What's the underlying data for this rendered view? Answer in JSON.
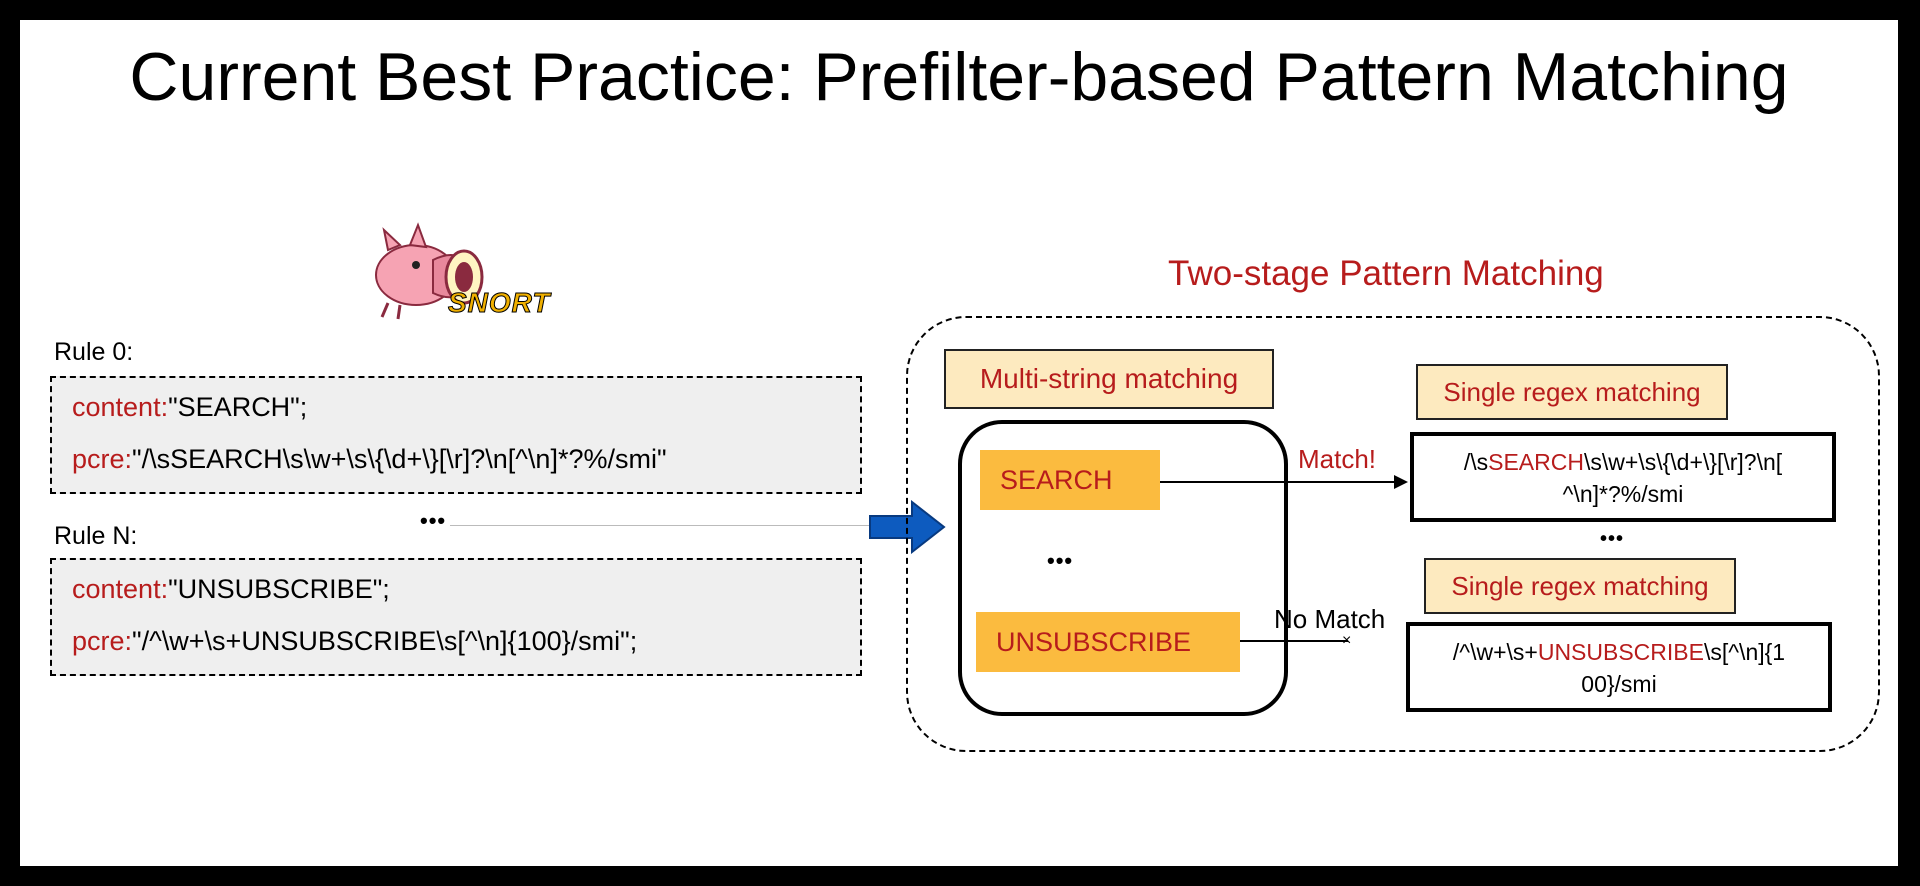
{
  "title": "Current Best Practice: Prefilter-based Pattern Matching",
  "logo": {
    "text": "SNORT",
    "icon": "pig-icon"
  },
  "rules": [
    {
      "label": "Rule 0:",
      "content_key": "content:",
      "content_value": "\"SEARCH\";",
      "pcre_key": "pcre:",
      "pcre_value": "\"/\\sSEARCH\\s\\w+\\s\\{\\d+\\}[\\r]?\\n[^\\n]*?%/smi\""
    },
    {
      "label": "Rule N:",
      "content_key": "content:",
      "content_value": "\"UNSUBSCRIBE\";",
      "pcre_key": "pcre:",
      "pcre_value": "\"/^\\w+\\s+UNSUBSCRIBE\\s[^\\n]{100}/smi\";"
    }
  ],
  "rules_ellipsis": "•••",
  "two_stage": {
    "title": "Two-stage Pattern Matching",
    "multi_string_label": "Multi-string matching",
    "strings": [
      "SEARCH",
      "UNSUBSCRIBE"
    ],
    "strings_ellipsis": "•••",
    "match_label": "Match!",
    "no_match_label": "No Match",
    "no_match_mark": "×",
    "regex_label_1": "Single regex matching",
    "regex_label_2": "Single regex matching",
    "regex_1": {
      "pre": "/\\s",
      "hl": "SEARCH",
      "post": "\\s\\w+\\s\\{\\d+\\}[\\r]?\\n[",
      "line2": "^\\n]*?%/smi"
    },
    "regex_2": {
      "pre": "/^\\w+\\s+",
      "hl": "UNSUBSCRIBE",
      "post": "\\s[^\\n]{1",
      "line2": "00}/smi"
    },
    "regex_ellipsis": "•••"
  },
  "colors": {
    "accent_red": "#b71c1c",
    "orange": "#fbbb3f",
    "light_orange": "#fdeabf",
    "arrow_blue": "#0d5bbf",
    "rule_bg": "#efefef"
  }
}
